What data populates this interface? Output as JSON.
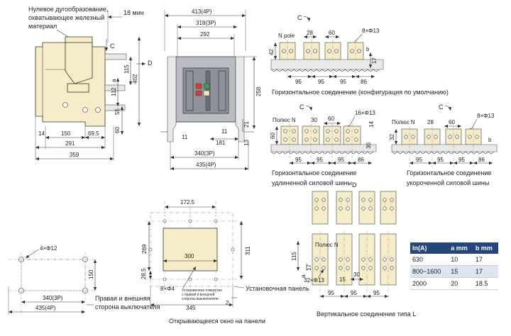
{
  "side_view": {
    "note_line1": "Нулевое дугообразование,",
    "note_line2": "охватывающее железный",
    "note_line3": "материал",
    "dim_18": "18 мин",
    "label_c": "C",
    "label_d": "D",
    "dim_115": "115",
    "dim_402": "402",
    "dim_112": "112",
    "label_a": "a",
    "dim_55": "55",
    "dim_60": "60",
    "dim_14": "14",
    "dim_150": "150",
    "dim_69_5": "69.5",
    "dim_291": "291",
    "dim_359": "359"
  },
  "front_view": {
    "dim_413": "413(4P)",
    "dim_318": "318(3P)",
    "dim_292": "292",
    "dim_258": "258",
    "dim_21": "21",
    "dim_11a": "11",
    "dim_11b": "11",
    "dim_181": "181",
    "dim_13": "13",
    "dim_340": "340(3P)",
    "dim_435": "435(4P)"
  },
  "horizontal_default": {
    "label_c": "C",
    "n_pole": "N pole",
    "dim_28": "28",
    "dim_60": "60",
    "holes": "8×Φ13",
    "dim_42": "42",
    "label_b": "b",
    "dim_17": "17",
    "spacing": [
      "95",
      "95",
      "95",
      "86"
    ],
    "caption": "Горизонтальное соединение (конфигурация по умолчанию)"
  },
  "horizontal_extended": {
    "label_c": "C",
    "pole_n": "Полюс N",
    "dim_30": "30",
    "dim_60": "60",
    "holes": "16×Φ13",
    "dim_14": "14",
    "dim_60v": "60",
    "dim_30v": "30",
    "spacing": [
      "95",
      "95",
      "95",
      "86"
    ],
    "caption_line1": "Горизонтальное соединение",
    "caption_line2": "удлиненной силовой шины"
  },
  "horizontal_short": {
    "label_c": "C",
    "pole_n": "Полюс N",
    "dim_28": "28",
    "dim_60": "60",
    "holes": "8×Φ13",
    "dim_32": "32",
    "label_b": "b",
    "spacing": [
      "95",
      "95",
      "95",
      "86"
    ],
    "caption_line1": "Горизонтальное соединение",
    "caption_line2": "укороченной силовой шины"
  },
  "mounting_holes": {
    "holes": "4×Φ12",
    "dim_150": "150",
    "dim_340": "340(3P)",
    "dim_435": "435(4P)",
    "side_label_line1": "Правая и внешняя",
    "side_label_line2": "сторона выключателя"
  },
  "panel_cutout": {
    "dim_172_5": "172.5",
    "dim_269": "269",
    "dim_311": "311",
    "dim_300": "300",
    "dim_28_5": "28.5",
    "holes": "8×Φ4",
    "note_line1": "Установочное отверстие",
    "note_line2": "с правой и внешней",
    "note_line3": "стороны выключателя",
    "dim_345": "345",
    "dim_2": "2",
    "panel_label": "Установочная панель",
    "caption": "Открывающееся окно на панели"
  },
  "vertical_l": {
    "label_d": "D",
    "pole_n": "Полюс N",
    "dim_115": "115",
    "dim_17": "17",
    "label_a": "a",
    "holes": "32×Φ13",
    "dim_15": "15",
    "dim_30": "30",
    "spacing": [
      "95",
      "95",
      "95"
    ],
    "caption": "Вертикальное соединение типа L"
  },
  "table": {
    "headers": [
      "In(A)",
      "a mm",
      "b mm"
    ],
    "rows": [
      [
        "630",
        "10",
        "17"
      ],
      [
        "800~1600",
        "15",
        "17"
      ],
      [
        "2000",
        "20",
        "18.5"
      ]
    ]
  }
}
